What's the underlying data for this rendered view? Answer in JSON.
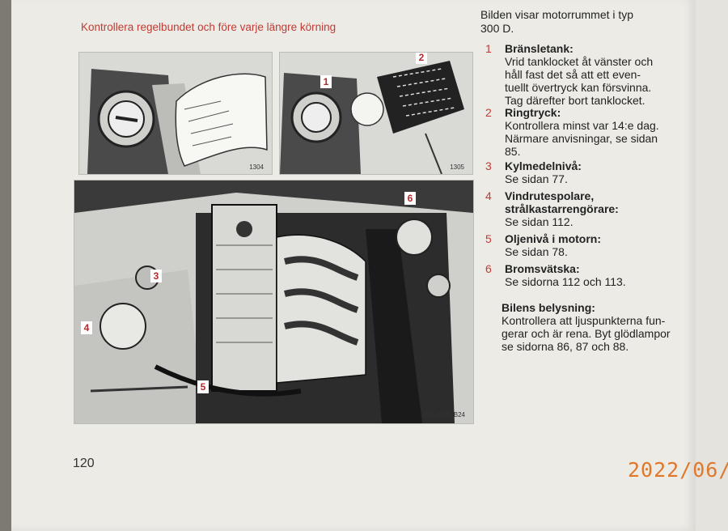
{
  "heading": "Kontrollera regelbundet och före varje längre körning",
  "figures": {
    "fig1_number": "1304",
    "fig2_number": "1305",
    "fig3_number": "P01-0025-B24"
  },
  "callouts": [
    "1",
    "2",
    "3",
    "4",
    "5",
    "6"
  ],
  "intro_lines": [
    "Bilden visar motorrummet i typ",
    "300 D."
  ],
  "items": [
    {
      "num": "1",
      "title": "Bränsletank:",
      "lines": [
        "Vrid tanklocket åt vänster och",
        "håll fast det så att ett even-",
        "tuellt övertryck kan försvinna.",
        "Tag därefter bort tanklocket."
      ]
    },
    {
      "num": "2",
      "title": "Ringtryck:",
      "lines": [
        "Kontrollera minst var 14:e dag.",
        "Närmare anvisningar, se sidan",
        "85."
      ]
    },
    {
      "num": "3",
      "title": "Kylmedelnivå:",
      "lines": [
        "Se sidan 77."
      ]
    },
    {
      "num": "4",
      "title": "Vindrutespolare,",
      "title2": "strålkastarrengörare:",
      "lines": [
        "Se sidan 112."
      ]
    },
    {
      "num": "5",
      "title": "Oljenivå i motorn:",
      "lines": [
        "Se sidan 78."
      ]
    },
    {
      "num": "6",
      "title": "Bromsvätska:",
      "lines": [
        "Se sidorna 112 och 113."
      ]
    }
  ],
  "lights": {
    "title": "Bilens belysning:",
    "lines": [
      "Kontrollera att ljuspunkterna fun-",
      "gerar och är rena. Byt glödlampor",
      "se sidorna 86, 87 och 88."
    ]
  },
  "page_number": "120",
  "date_stamp": "2022/06/",
  "colors": {
    "accent": "#c23a33",
    "stamp": "#e0782c"
  }
}
